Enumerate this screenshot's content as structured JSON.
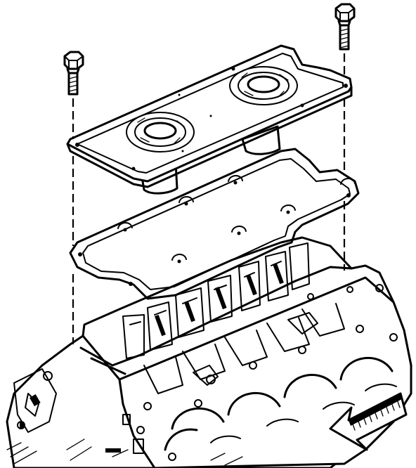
{
  "diagram": {
    "parts": [
      "bolt",
      "bolt",
      "cover-plate",
      "gasket",
      "engine-block",
      "front-arrow"
    ],
    "arrow_direction": "front"
  }
}
